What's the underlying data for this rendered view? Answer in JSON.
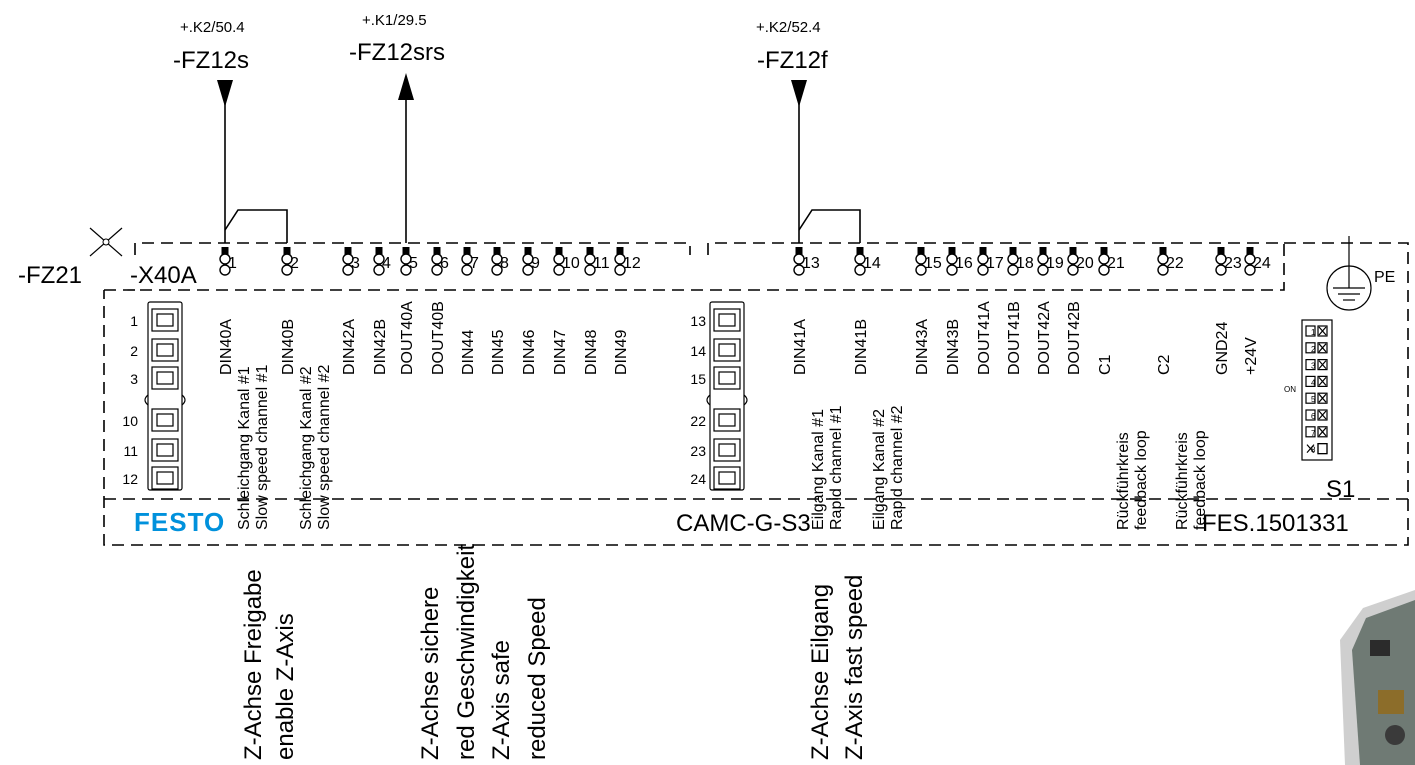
{
  "signals": {
    "fz12s": {
      "ref": "+.K2/50.4",
      "name": "-FZ12s"
    },
    "fz12srs": {
      "ref": "+.K1/29.5",
      "name": "-FZ12srs"
    },
    "fz12f": {
      "ref": "+.K2/52.4",
      "name": "-FZ12f"
    }
  },
  "device": {
    "tag": "-FZ21",
    "connector": "-X40A",
    "model": "CAMC-G-S3",
    "part_number": "FES.1501331",
    "brand": "FESTO",
    "switch": "S1",
    "switch_on_label": "ON",
    "pe_label": "PE"
  },
  "pins": [
    "1",
    "2",
    "3",
    "4",
    "5",
    "6",
    "7",
    "8",
    "9",
    "10",
    "11",
    "12",
    "13",
    "14",
    "15",
    "16",
    "17",
    "18",
    "19",
    "20",
    "21",
    "22",
    "23",
    "24"
  ],
  "plug_left_numbers": [
    "1",
    "2",
    "3",
    "10",
    "11",
    "12"
  ],
  "plug_right_numbers": [
    "13",
    "14",
    "15",
    "22",
    "23",
    "24"
  ],
  "dip_numbers": [
    "1",
    "2",
    "3",
    "4",
    "5",
    "6",
    "7",
    "8"
  ],
  "pin_labels_line1": [
    "DIN40A",
    "DIN40B",
    "DIN42A",
    "DIN42B",
    "DOUT40A",
    "DOUT40B",
    "DIN44",
    "DIN45",
    "DIN46",
    "DIN47",
    "DIN48",
    "DIN49",
    "DIN41A",
    "DIN41B",
    "DIN43A",
    "DIN43B",
    "DOUT41A",
    "DOUT41B",
    "DOUT42A",
    "DOUT42B",
    "C1",
    "C2",
    "GND24",
    "+24V"
  ],
  "pin_labels_line2": [
    "Schleichgang Kanal #1",
    "Schleichgang Kanal #2",
    "",
    "",
    "",
    "",
    "",
    "",
    "",
    "",
    "",
    "",
    "Eilgang Kanal #1",
    "Eilgang Kanal #2",
    "",
    "",
    "",
    "",
    "",
    "",
    "Rückführkreis",
    "Rückführkreis",
    "",
    ""
  ],
  "pin_labels_line3": [
    "Slow speed channel #1",
    "Slow speed channel #2",
    "",
    "",
    "",
    "",
    "",
    "",
    "",
    "",
    "",
    "",
    "Rapid channel #1",
    "Rapid channel #2",
    "",
    "",
    "",
    "",
    "",
    "",
    "feedback loop",
    "feedback loop",
    "",
    ""
  ],
  "annotations": {
    "enable": [
      "Z-Achse Freigabe",
      "enable Z-Axis"
    ],
    "safe_speed": [
      "Z-Achse sichere",
      "red Geschwindigkeit",
      "Z-Axis  safe",
      "reduced Speed"
    ],
    "fast": [
      "Z-Achse Eilgang",
      "Z-Axis fast speed"
    ]
  }
}
